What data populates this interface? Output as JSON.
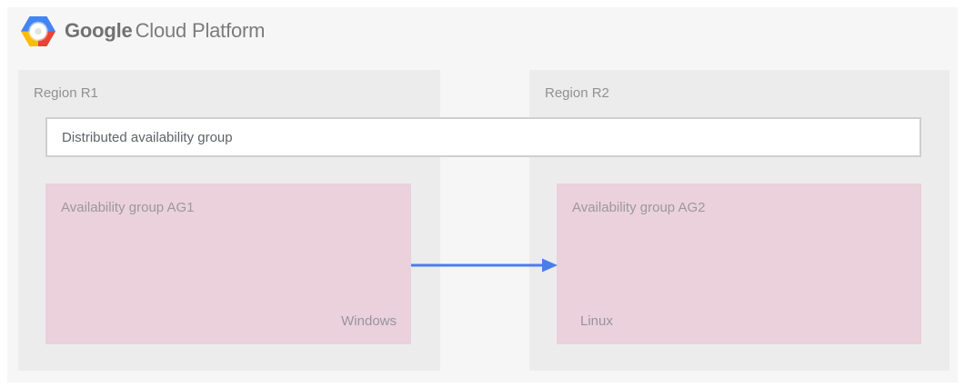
{
  "header": {
    "brand_primary": "Google",
    "brand_secondary": "Cloud Platform",
    "icon": "google-cloud-platform-hexagon-icon"
  },
  "diagram": {
    "distributed_group": {
      "label": "Distributed availability group"
    },
    "regions": [
      {
        "label": "Region R1",
        "group": {
          "label": "Availability group AG1",
          "os": "Windows"
        }
      },
      {
        "label": "Region R2",
        "group": {
          "label": "Availability group AG2",
          "os": "Linux"
        }
      }
    ],
    "arrow": {
      "from": "Availability group AG1",
      "to": "Availability group AG2",
      "direction": "right"
    }
  },
  "colors": {
    "canvas_bg": "#f6f6f6",
    "region_bg": "#ececec",
    "group_bg": "#ead1dc",
    "arrow": "#4a7de9",
    "logo_blue": "#4285f4",
    "logo_red": "#ea4335",
    "logo_yellow": "#fbbc05",
    "logo_hole": "#e3e3e3"
  }
}
